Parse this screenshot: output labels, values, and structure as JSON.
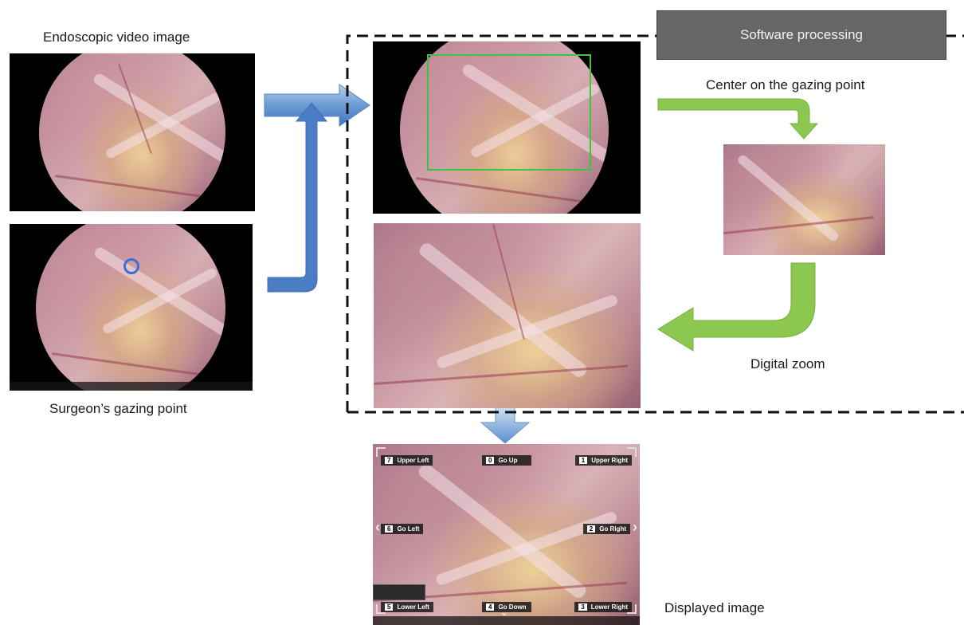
{
  "labels": {
    "endoscopic_video": "Endoscopic video image",
    "gazing_point": "Surgeon’s gazing point",
    "software_processing": "Software processing",
    "center_on_gaze": "Center on the gazing point",
    "digital_zoom": "Digital zoom",
    "displayed_image": "Displayed image"
  },
  "displayed_overlay": {
    "upper_left": {
      "num": "7",
      "label": "Upper Left"
    },
    "go_up": {
      "num": "0",
      "label": "Go Up"
    },
    "upper_right": {
      "num": "1",
      "label": "Upper Right"
    },
    "go_left": {
      "num": "6",
      "label": "Go Left"
    },
    "go_right": {
      "num": "2",
      "label": "Go Right"
    },
    "lower_left": {
      "num": "5",
      "label": "Lower Left"
    },
    "go_down": {
      "num": "4",
      "label": "Go Down"
    },
    "lower_right": {
      "num": "3",
      "label": "Lower Right"
    }
  },
  "colors": {
    "blue_arrow": "#3f78c0",
    "green_arrow": "#8cc850",
    "header_box": "#666666",
    "gaze_ring": "#3a6fd8",
    "crop_rect": "#3ec43e"
  }
}
